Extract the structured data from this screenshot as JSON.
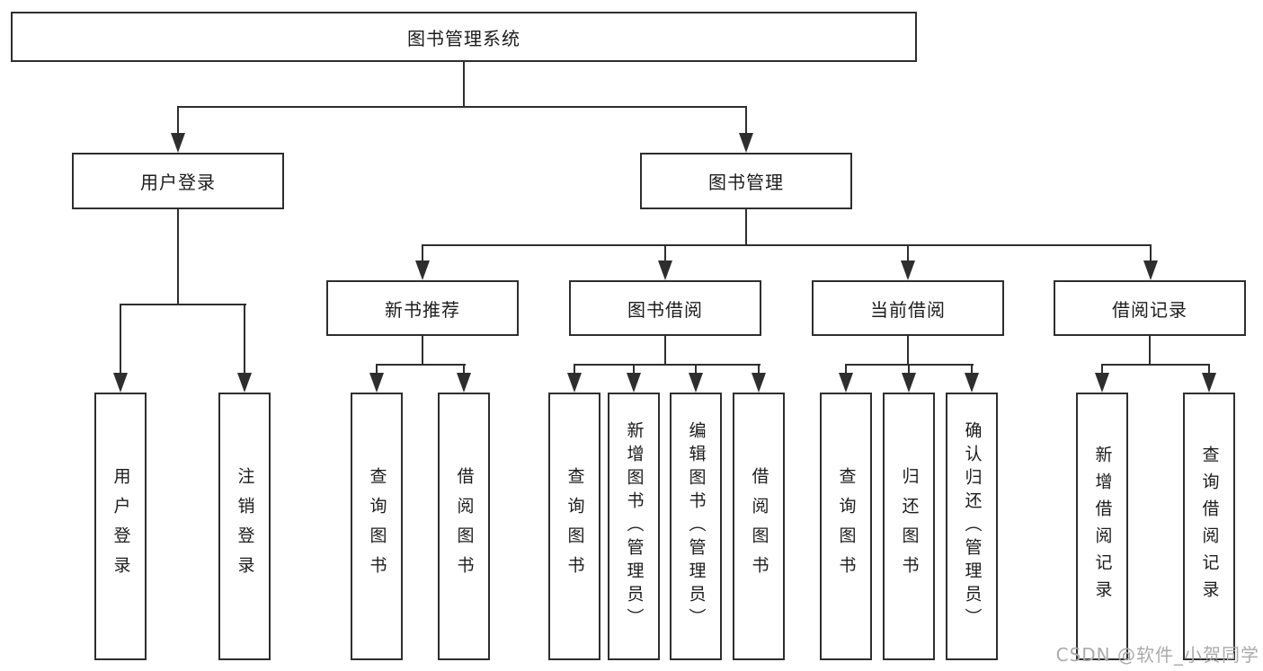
{
  "diagram": {
    "root": "图书管理系统",
    "branches": [
      {
        "label": "用户登录",
        "children": [
          "用户登录",
          "注销登录"
        ]
      },
      {
        "label": "图书管理",
        "modules": [
          {
            "label": "新书推荐",
            "children": [
              "查询图书",
              "借阅图书"
            ]
          },
          {
            "label": "图书借阅",
            "children": [
              "查询图书",
              "新增图书（管理员）",
              "编辑图书（管理员）",
              "借阅图书"
            ]
          },
          {
            "label": "当前借阅",
            "children": [
              "查询图书",
              "归还图书",
              "确认归还（管理员）"
            ]
          },
          {
            "label": "借阅记录",
            "children": [
              "新增借阅记录",
              "查询借阅记录"
            ]
          }
        ]
      }
    ]
  },
  "watermark": {
    "text": "CSDN @软件_小贺同学"
  },
  "colors": {
    "line": "#2e2e2e",
    "box_border": "#2e2e2e",
    "box_background": "#ffffff",
    "text": "#1c1c1c",
    "watermark": "#ababab"
  }
}
